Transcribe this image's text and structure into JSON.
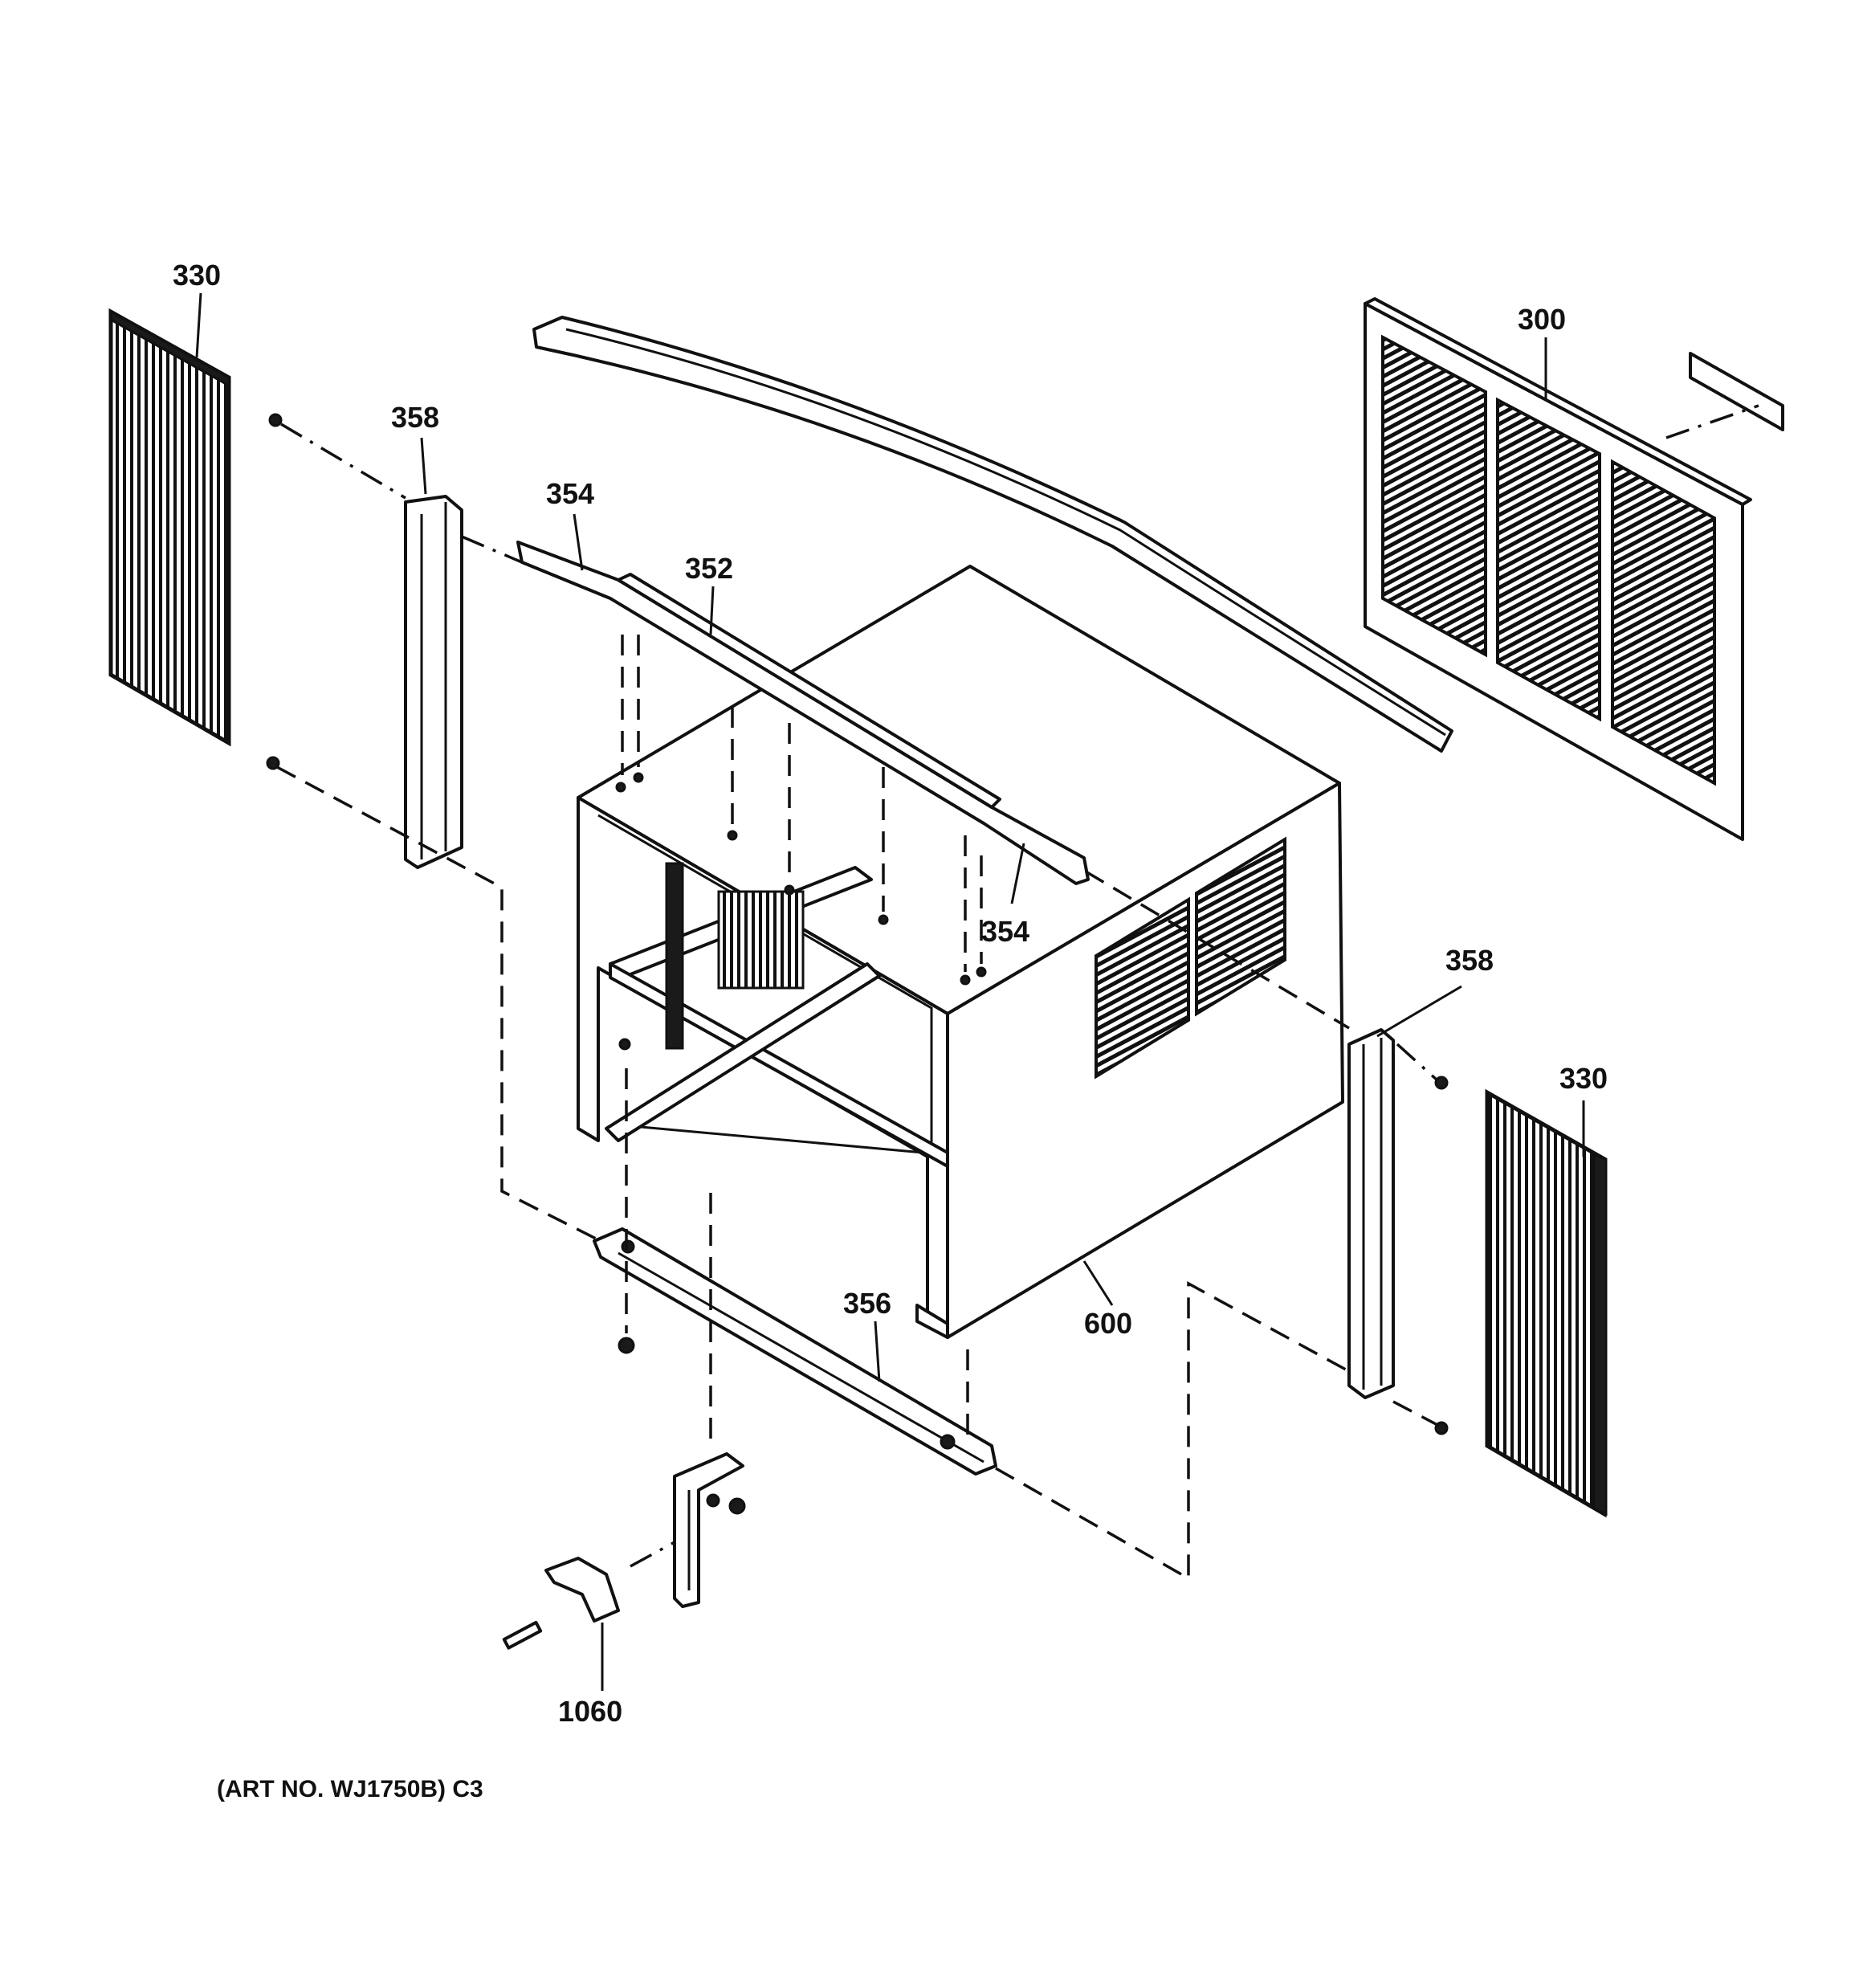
{
  "labels": {
    "p330_left": "330",
    "p358_left": "358",
    "p354_top": "354",
    "p352": "352",
    "p300": "300",
    "p354_right": "354",
    "p358_right": "358",
    "p330_right": "330",
    "p356": "356",
    "p600": "600",
    "p1060": "1060"
  },
  "art_number": "(ART NO. WJ1750B) C3"
}
